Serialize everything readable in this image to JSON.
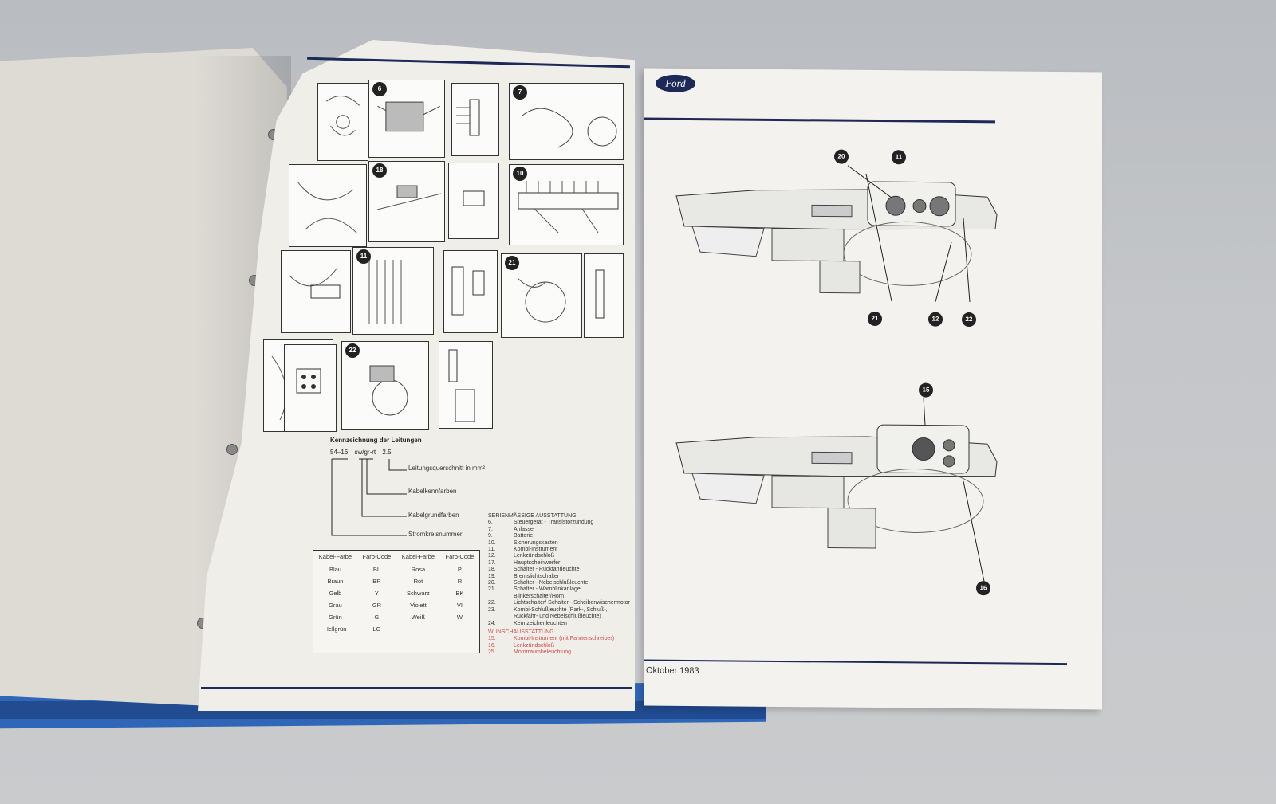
{
  "left_page": {
    "figure_labels": [
      "6",
      "7",
      "18",
      "10",
      "11",
      "21",
      "22"
    ]
  },
  "legend": {
    "heading": "Kennzeichnung der Leitungen",
    "example": [
      "54–16",
      "sw/gr-rt",
      "2.5"
    ],
    "labels": [
      "Leitungsquerschnitt in mm²",
      "Kabelkennfarben",
      "Kabelgrundfarben",
      "Stromkreisnummer"
    ],
    "table_headers": [
      "Kabel-Farbe",
      "Farb-Code",
      "Kabel-Farbe",
      "Farb-Code"
    ],
    "table_rows": [
      [
        "Blau",
        "BL",
        "Rosa",
        "P"
      ],
      [
        "Braun",
        "BR",
        "Rot",
        "R"
      ],
      [
        "Gelb",
        "Y",
        "Schwarz",
        "BK"
      ],
      [
        "Grau",
        "GR",
        "Violett",
        "VI"
      ],
      [
        "Grün",
        "G",
        "Weiß",
        "W"
      ],
      [
        "Hellgrün",
        "LG",
        "",
        ""
      ]
    ]
  },
  "equipment": {
    "standard_heading": "SERIENMÄSSIGE AUSSTATTUNG",
    "standard_items": [
      [
        "6.",
        "Steuergerät - Transistorzündung"
      ],
      [
        "7.",
        "Anlasser"
      ],
      [
        "9.",
        "Batterie"
      ],
      [
        "10.",
        "Sicherungskasten"
      ],
      [
        "11.",
        "Kombi-Instrument"
      ],
      [
        "12.",
        "Lenkzündschloß"
      ],
      [
        "17.",
        "Hauptscheinwerfer"
      ],
      [
        "18.",
        "Schalter - Rückfahrleuchte"
      ],
      [
        "19.",
        "Bremslichtschalter"
      ],
      [
        "20.",
        "Schalter - Nebelschlußleuchte"
      ],
      [
        "21.",
        "Schalter - Warnblinkanlage; Blinkerschalter/Horn"
      ],
      [
        "22.",
        "Lichtschalter/ Schalter - Scheibenwischermotor"
      ],
      [
        "23.",
        "Kombi-Schlußleuchte (Park-, Schluß-, Rückfahr- und Nebelschlußleuchte)"
      ],
      [
        "24.",
        "Kennzeichenleuchten"
      ]
    ],
    "optional_heading": "WUNSCHAUSSTATTUNG",
    "optional_items": [
      [
        "15.",
        "Kombi-Instrument (mit Fahrtenschreiber)"
      ],
      [
        "16.",
        "Lenkzündschloß"
      ],
      [
        "25.",
        "Motorraumbeleuchtung"
      ]
    ]
  },
  "right_page": {
    "logo": "Ford",
    "footer_date": "Oktober 1983",
    "callouts_top": [
      "20",
      "11",
      "21",
      "12",
      "22"
    ],
    "callouts_bottom": [
      "15",
      "16"
    ]
  },
  "colors": {
    "rule": "#1d2a57",
    "binder_blue": "#2f66b8",
    "optional_red": "#d54a4a"
  }
}
